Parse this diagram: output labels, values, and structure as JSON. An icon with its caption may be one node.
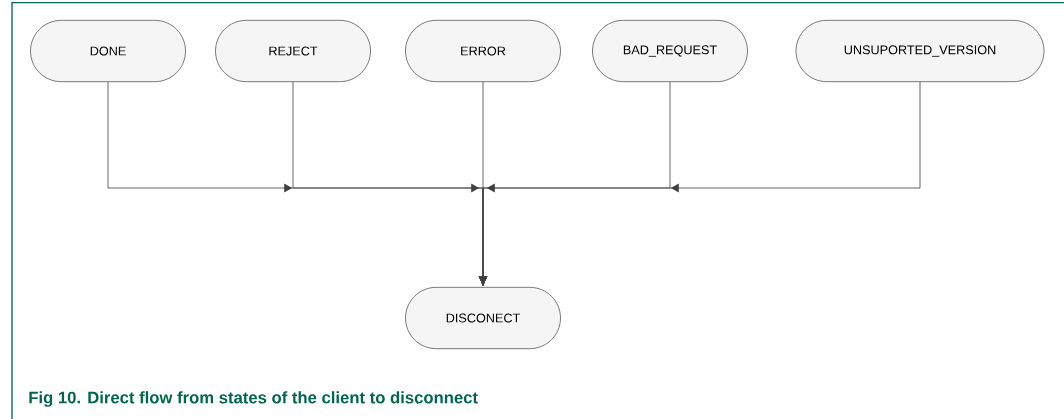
{
  "diagram": {
    "caption": "Fig 10. Direct flow from states of the client to disconnect",
    "nodes": [
      {
        "text": [
          "DONE"
        ]
      },
      {
        "text": [
          "REJECT"
        ]
      },
      {
        "text": [
          "ERROR"
        ]
      },
      {
        "text": [
          "BAD_REQUEST"
        ]
      },
      {
        "text": [
          "UNSUPORTED_VERSION"
        ]
      },
      {
        "text": [
          "DISCONECT"
        ]
      }
    ],
    "edges": [
      {
        "from": 0,
        "to": 5,
        "arrow": "to"
      },
      {
        "from": 1,
        "to": 5,
        "arrow": "to"
      },
      {
        "from": 2,
        "to": 5,
        "arrow": "to"
      },
      {
        "from": 3,
        "to": 5,
        "arrow": "to"
      },
      {
        "from": 4,
        "to": 5,
        "arrow": "to"
      }
    ]
  }
}
